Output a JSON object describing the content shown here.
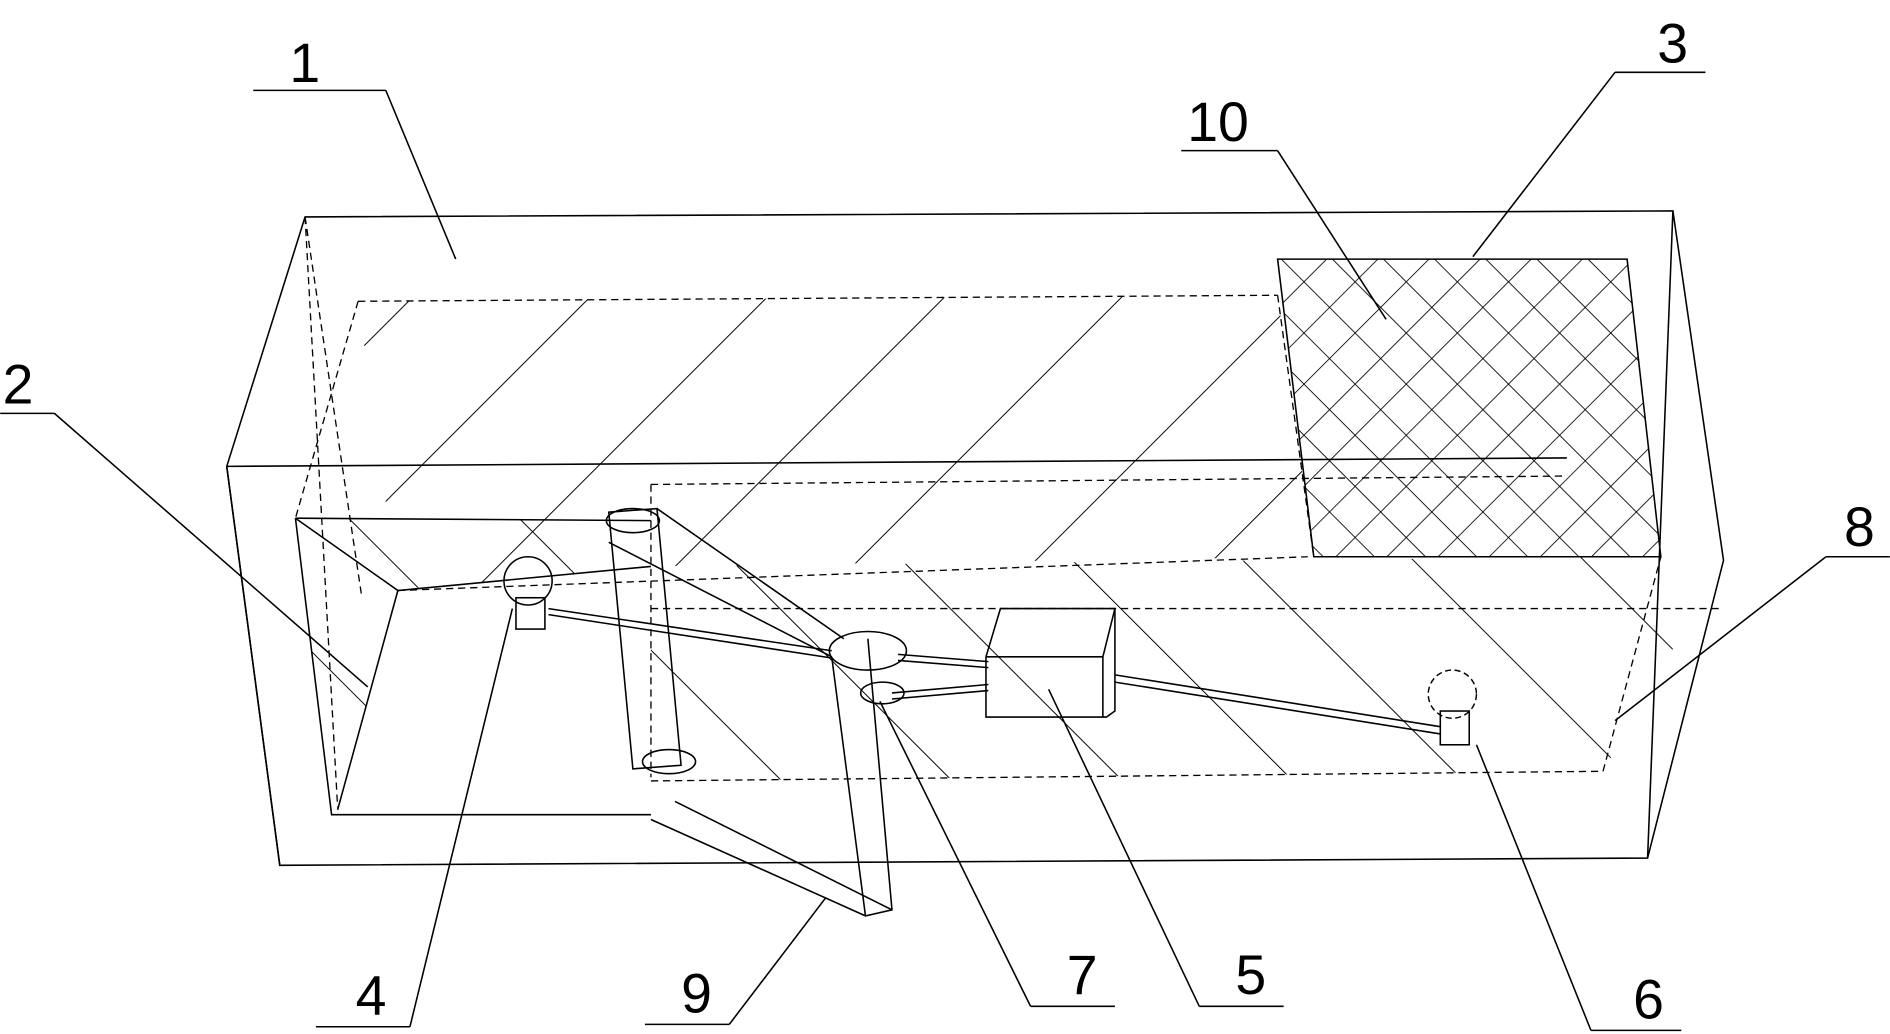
{
  "figure": {
    "labels": {
      "l1": "1",
      "l2": "2",
      "l3": "3",
      "l4": "4",
      "l5": "5",
      "l6": "6",
      "l7": "7",
      "l8": "8",
      "l9": "9",
      "l10": "10"
    }
  }
}
